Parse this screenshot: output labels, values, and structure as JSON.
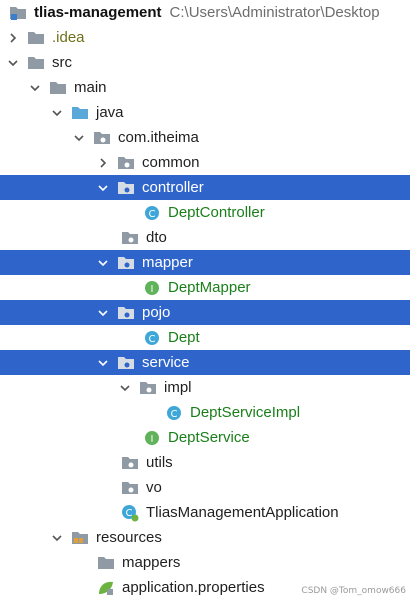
{
  "tree": {
    "root": {
      "label": "tlias-management",
      "path": "C:\\Users\\Administrator\\Desktop"
    },
    "nodes": [
      {
        "label": "tlias-management",
        "path": "C:\\Users\\Administrator\\Desktop",
        "icon": "module-folder-icon",
        "expanded": true,
        "selected": false,
        "color": "bold"
      },
      {
        "label": ".idea",
        "icon": "folder-icon",
        "arrow": "right",
        "selected": false,
        "color": "olive"
      },
      {
        "label": "src",
        "icon": "folder-icon",
        "arrow": "down",
        "selected": false
      },
      {
        "label": "main",
        "icon": "folder-icon",
        "arrow": "down",
        "selected": false
      },
      {
        "label": "java",
        "icon": "source-root-folder-icon",
        "arrow": "down",
        "selected": false
      },
      {
        "label": "com.itheima",
        "icon": "package-icon",
        "arrow": "down",
        "selected": false
      },
      {
        "label": "common",
        "icon": "package-icon",
        "arrow": "right",
        "selected": false
      },
      {
        "label": "controller",
        "icon": "package-icon",
        "arrow": "down",
        "selected": true
      },
      {
        "label": "DeptController",
        "icon": "class-icon",
        "selected": false,
        "color": "green"
      },
      {
        "label": "dto",
        "icon": "package-icon",
        "selected": false
      },
      {
        "label": "mapper",
        "icon": "package-icon",
        "arrow": "down",
        "selected": true
      },
      {
        "label": "DeptMapper",
        "icon": "interface-icon",
        "selected": false,
        "color": "green"
      },
      {
        "label": "pojo",
        "icon": "package-icon",
        "arrow": "down",
        "selected": true
      },
      {
        "label": "Dept",
        "icon": "class-icon",
        "selected": false,
        "color": "green"
      },
      {
        "label": "service",
        "icon": "package-icon",
        "arrow": "down",
        "selected": true
      },
      {
        "label": "impl",
        "icon": "package-icon",
        "arrow": "down",
        "selected": false
      },
      {
        "label": "DeptServiceImpl",
        "icon": "class-icon",
        "selected": false,
        "color": "green"
      },
      {
        "label": "DeptService",
        "icon": "interface-icon",
        "selected": false,
        "color": "green"
      },
      {
        "label": "utils",
        "icon": "package-icon",
        "selected": false
      },
      {
        "label": "vo",
        "icon": "package-icon",
        "selected": false
      },
      {
        "label": "TliasManagementApplication",
        "icon": "spring-boot-class-icon",
        "selected": false
      },
      {
        "label": "resources",
        "icon": "resources-folder-icon",
        "arrow": "down",
        "selected": false
      },
      {
        "label": "mappers",
        "icon": "folder-icon",
        "selected": false
      },
      {
        "label": "application.properties",
        "icon": "spring-properties-icon",
        "selected": false
      }
    ]
  },
  "watermark": "CSDN @Tom_omow666",
  "colors": {
    "selection": "#2f65ca",
    "class_text": "#1a7f1a",
    "idea_text": "#6f6f1a",
    "folder": "#8f9aa5",
    "source_root": "#59a8d9",
    "class_icon": "#3ea7d8",
    "interface_icon": "#60b35a",
    "path": "#6d6d6d"
  }
}
